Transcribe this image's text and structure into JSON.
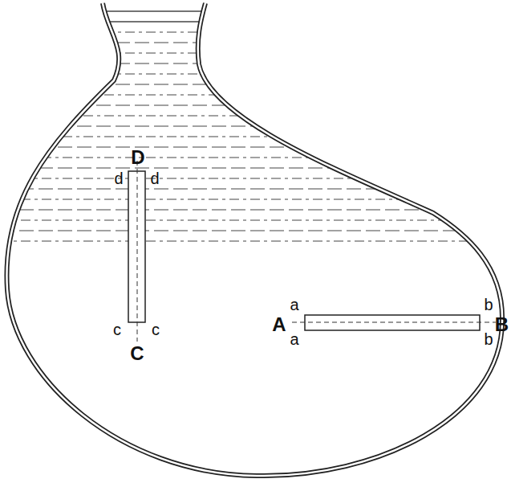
{
  "diagram": {
    "labels": [
      "D",
      "d",
      "d",
      "c",
      "c",
      "C",
      "A",
      "a",
      "a",
      "b",
      "b",
      "B"
    ]
  }
}
